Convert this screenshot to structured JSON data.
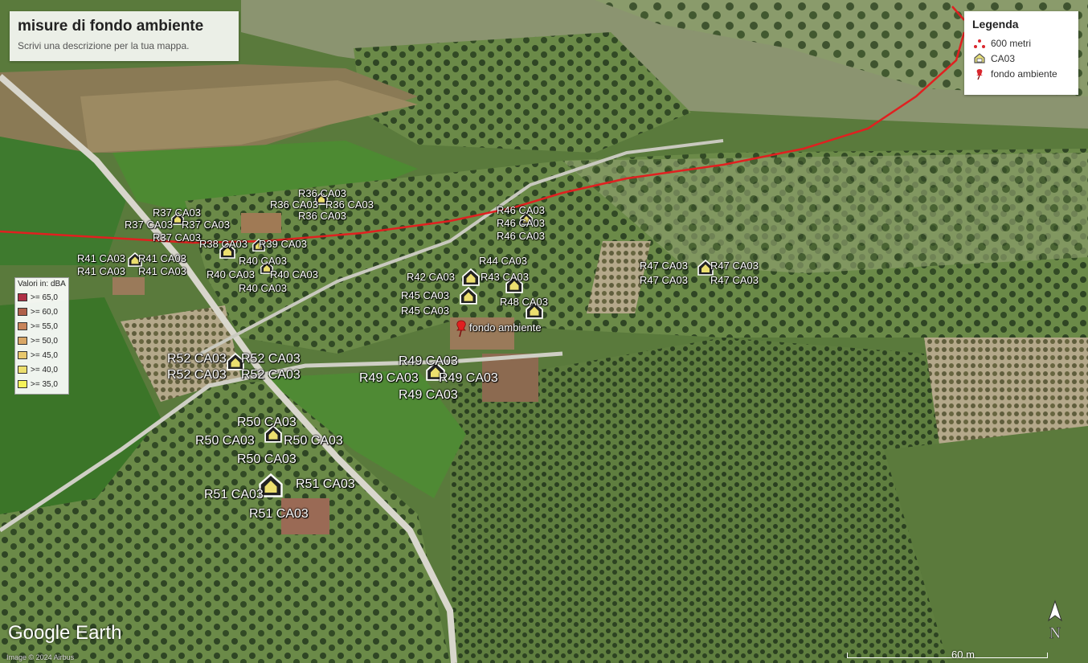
{
  "map": {
    "title": "misure di fondo ambiente",
    "description": "Scrivi una descrizione per la tua mappa."
  },
  "legend": {
    "title": "Legenda",
    "items": [
      {
        "label": "600 metri",
        "icon": "dots-icon",
        "color": "#d9272e"
      },
      {
        "label": "CA03",
        "icon": "house-icon",
        "color": "#e8e07a"
      },
      {
        "label": "fondo ambiente",
        "icon": "pushpin-icon",
        "color": "#d9272e"
      }
    ]
  },
  "value_scale": {
    "header": "Valori in: dBA",
    "items": [
      {
        "label": ">= 65,0",
        "color": "#b03046"
      },
      {
        "label": ">= 60,0",
        "color": "#b0604a"
      },
      {
        "label": ">= 55,0",
        "color": "#c8845a"
      },
      {
        "label": ">= 50,0",
        "color": "#d9a766"
      },
      {
        "label": ">= 45,0",
        "color": "#e8c86c"
      },
      {
        "label": ">= 40,0",
        "color": "#ecdf6e"
      },
      {
        "label": ">= 35,0",
        "color": "#f6f35a"
      }
    ]
  },
  "labels": [
    {
      "text": "R36 CA03"
    },
    {
      "text": "R36 CA03"
    },
    {
      "text": "R36 CA03"
    },
    {
      "text": "R36 CA03"
    },
    {
      "text": "R37 CA03"
    },
    {
      "text": "R37 CA03"
    },
    {
      "text": "R37 CA03"
    },
    {
      "text": "R37 CA03"
    },
    {
      "text": "R38 CA03"
    },
    {
      "text": "R39 CA03"
    },
    {
      "text": "R40 CA03"
    },
    {
      "text": "R40 CA03"
    },
    {
      "text": "R40 CA03"
    },
    {
      "text": "R40 CA03"
    },
    {
      "text": "R41 CA03"
    },
    {
      "text": "R41 CA03"
    },
    {
      "text": "R41 CA03"
    },
    {
      "text": "R41 CA03"
    },
    {
      "text": "R42 CA03"
    },
    {
      "text": "R43 CA03"
    },
    {
      "text": "R44 CA03"
    },
    {
      "text": "R45 CA03"
    },
    {
      "text": "R45 CA03"
    },
    {
      "text": "R46 CA03"
    },
    {
      "text": "R46 CA03"
    },
    {
      "text": "R46 CA03"
    },
    {
      "text": "R47 CA03"
    },
    {
      "text": "R47 CA03"
    },
    {
      "text": "R47 CA03"
    },
    {
      "text": "R47 CA03"
    },
    {
      "text": "R48 CA03"
    },
    {
      "text": "fondo ambiente"
    },
    {
      "text": "R49 CA03"
    },
    {
      "text": "R49 CA03"
    },
    {
      "text": "R49 CA03"
    },
    {
      "text": "R49 CA03"
    },
    {
      "text": "R52 CA03"
    },
    {
      "text": "R52 CA03"
    },
    {
      "text": "R52 CA03"
    },
    {
      "text": "R52 CA03"
    },
    {
      "text": "R50 CA03"
    },
    {
      "text": "R50 CA03"
    },
    {
      "text": "R50 CA03"
    },
    {
      "text": "R50 CA03"
    },
    {
      "text": "R51 CA03"
    },
    {
      "text": "R51 CA03"
    },
    {
      "text": "R51 CA03"
    }
  ],
  "branding": {
    "logo": "Google Earth",
    "credit": "Image © 2024 Airbus"
  },
  "scale": {
    "label": "60 m"
  },
  "compass": {
    "label": "N"
  },
  "colors": {
    "boundary_line": "#e02020",
    "marker_fill": "#ecdf6e"
  }
}
